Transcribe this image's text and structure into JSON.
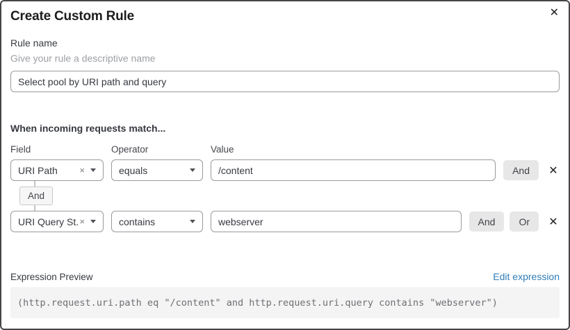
{
  "dialog": {
    "title": "Create Custom Rule"
  },
  "icons": {
    "close": "✕",
    "remove_row": "✕",
    "clear_selection": "×"
  },
  "rule_name": {
    "label": "Rule name",
    "helper": "Give your rule a descriptive name",
    "value": "Select pool by URI path and query"
  },
  "matcher": {
    "heading": "When incoming requests match...",
    "columns": {
      "field": "Field",
      "operator": "Operator",
      "value": "Value"
    },
    "and_label": "And",
    "or_label": "Or",
    "connector_label": "And",
    "rows": [
      {
        "field": "URI Path",
        "operator": "equals",
        "value": "/content"
      },
      {
        "field": "URI Query St...",
        "operator": "contains",
        "value": "webserver"
      }
    ]
  },
  "expression": {
    "label": "Expression Preview",
    "edit_link": "Edit expression",
    "code": "(http.request.uri.path eq \"/content\" and http.request.uri.query contains \"webserver\")"
  },
  "colors": {
    "link": "#2e7cb8",
    "button_bg": "#e7e7e8",
    "input_border": "#989a9e",
    "code_bg": "#f4f4f5",
    "dialog_border": "#454545"
  }
}
